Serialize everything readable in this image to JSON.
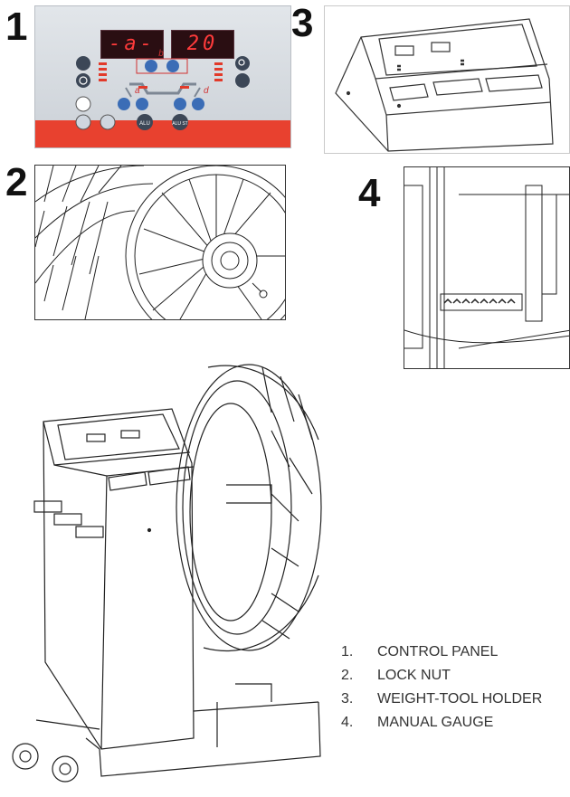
{
  "callouts": [
    "1",
    "2",
    "3",
    "4"
  ],
  "panel1": {
    "display_left": "-a-",
    "display_right": "20",
    "dim_b": "b",
    "dim_a": "a",
    "dim_d": "d",
    "btn_alu": "ALU",
    "btn_alu_st": "ALU ST"
  },
  "legend": {
    "items": [
      {
        "index": "1.",
        "label": "CONTROL PANEL"
      },
      {
        "index": "2.",
        "label": "LOCK NUT"
      },
      {
        "index": "3.",
        "label": "WEIGHT-TOOL HOLDER"
      },
      {
        "index": "4.",
        "label": "MANUAL GAUGE"
      }
    ]
  },
  "colors": {
    "panel_bg": "#d6dbe0",
    "panel_red": "#e8412f",
    "display_red": "#ff3b3b",
    "button_blue": "#3b6db6",
    "dim_red": "#d03030"
  }
}
